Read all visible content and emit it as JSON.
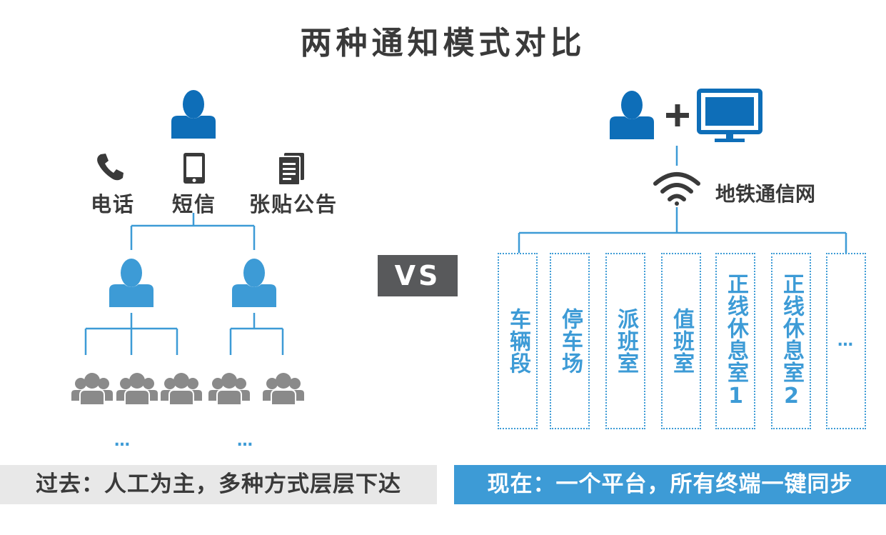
{
  "title": "两种通知模式对比",
  "colors": {
    "dark_blue": "#0e6eb8",
    "light_blue": "#3d9bd6",
    "gray": "#8a8a8a",
    "dark_text": "#3a3a3a",
    "vs_bg": "#58595b",
    "past_bg": "#e8e8e8"
  },
  "left": {
    "channels": [
      {
        "label": "电话",
        "icon": "phone-icon"
      },
      {
        "label": "短信",
        "icon": "mobile-icon"
      },
      {
        "label": "张贴公告",
        "icon": "document-icon"
      }
    ],
    "ellipsis_1": "…",
    "ellipsis_2": "…",
    "caption": "过去：人工为主，多种方式层层下达"
  },
  "vs": "VS",
  "right": {
    "network_label": "地铁通信网",
    "destinations": [
      "车辆段",
      "停车场",
      "派班室",
      "值班室",
      "正线休息室1",
      "正线休息室2",
      "…"
    ],
    "caption": "现在：一个平台，所有终端一键同步"
  }
}
